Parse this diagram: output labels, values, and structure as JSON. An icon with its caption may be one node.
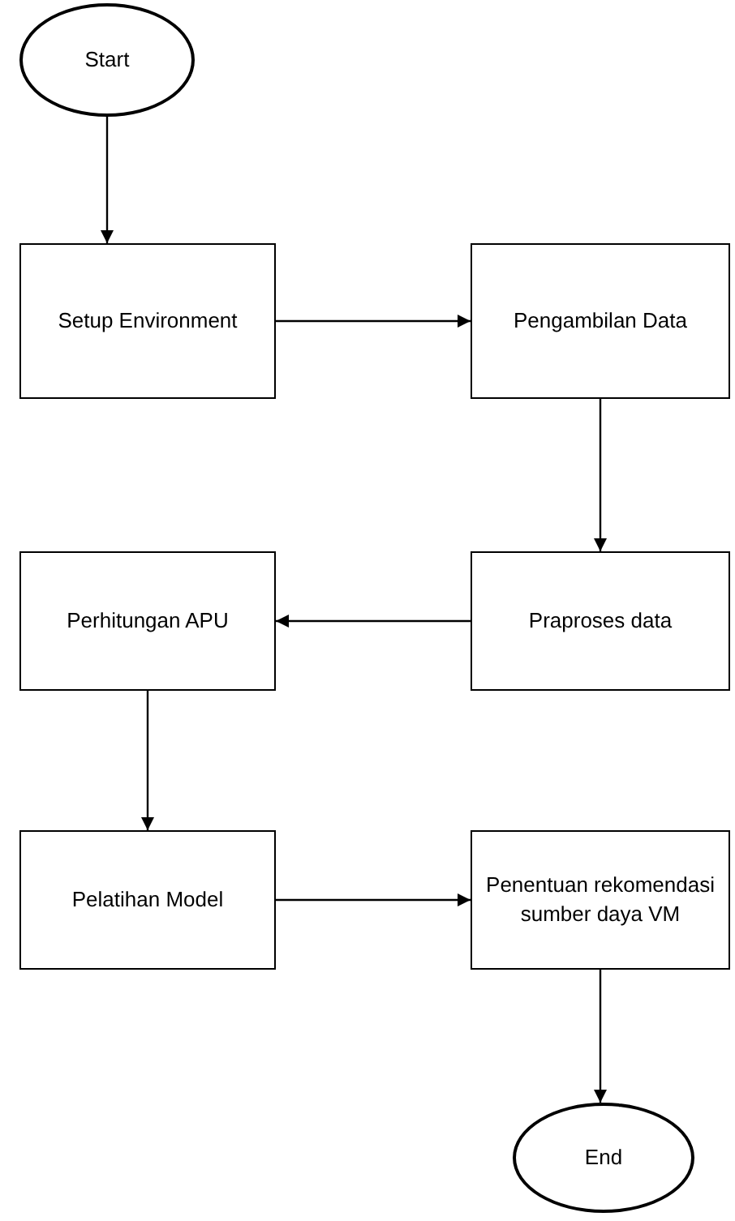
{
  "diagram": {
    "nodes": [
      {
        "text": [
          "Start"
        ]
      },
      {
        "text": [
          "Setup Environment"
        ]
      },
      {
        "text": [
          "Pengambilan Data"
        ]
      },
      {
        "text": [
          "Praproses data"
        ]
      },
      {
        "text": [
          "Perhitungan APU"
        ]
      },
      {
        "text": [
          "Pelatihan Model"
        ]
      },
      {
        "text": [
          "Penentuan rekomendasi sumber daya VM"
        ]
      },
      {
        "text": [
          "End"
        ]
      }
    ],
    "edges": [
      {
        "from": 0,
        "to": 1,
        "arrow": "to"
      },
      {
        "from": 1,
        "to": 2,
        "arrow": "to"
      },
      {
        "from": 2,
        "to": 3,
        "arrow": "to"
      },
      {
        "from": 3,
        "to": 4,
        "arrow": "to"
      },
      {
        "from": 4,
        "to": 5,
        "arrow": "to"
      },
      {
        "from": 5,
        "to": 6,
        "arrow": "to"
      },
      {
        "from": 6,
        "to": 7,
        "arrow": "to"
      }
    ]
  }
}
